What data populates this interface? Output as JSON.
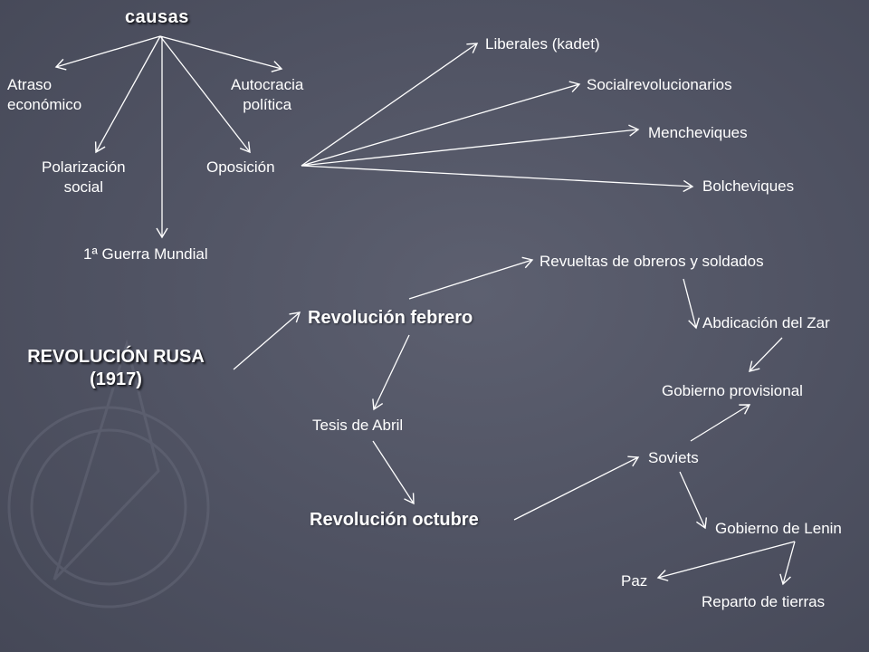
{
  "diagram": {
    "causes_title": "causas",
    "causes": {
      "atraso": "Atraso\neconómico",
      "autocracia": "Autocracia\npolítica",
      "polarizacion": "Polarización\nsocial",
      "oposicion": "Oposición",
      "guerra": "1ª Guerra Mundial"
    },
    "parties": {
      "liberales": "Liberales (kadet)",
      "socialrevolucionarios": "Socialrevolucionarios",
      "mencheviques": "Mencheviques",
      "bolcheviques": "Bolcheviques"
    },
    "main_title": "REVOLUCIÓN RUSA\n(1917)",
    "revolucion_febrero": "Revolución febrero",
    "revolucion_octubre": "Revolución octubre",
    "tesis_abril": "Tesis de Abril",
    "events": {
      "revueltas": "Revueltas de obreros y soldados",
      "abdicacion": "Abdicación del Zar",
      "gobierno_provisional": "Gobierno provisional",
      "soviets": "Soviets",
      "gobierno_lenin": "Gobierno de Lenin",
      "paz": "Paz",
      "reparto": "Reparto de tierras"
    }
  },
  "colors": {
    "background": "#4f5262",
    "text": "#ffffff",
    "arrow": "#ffffff"
  }
}
